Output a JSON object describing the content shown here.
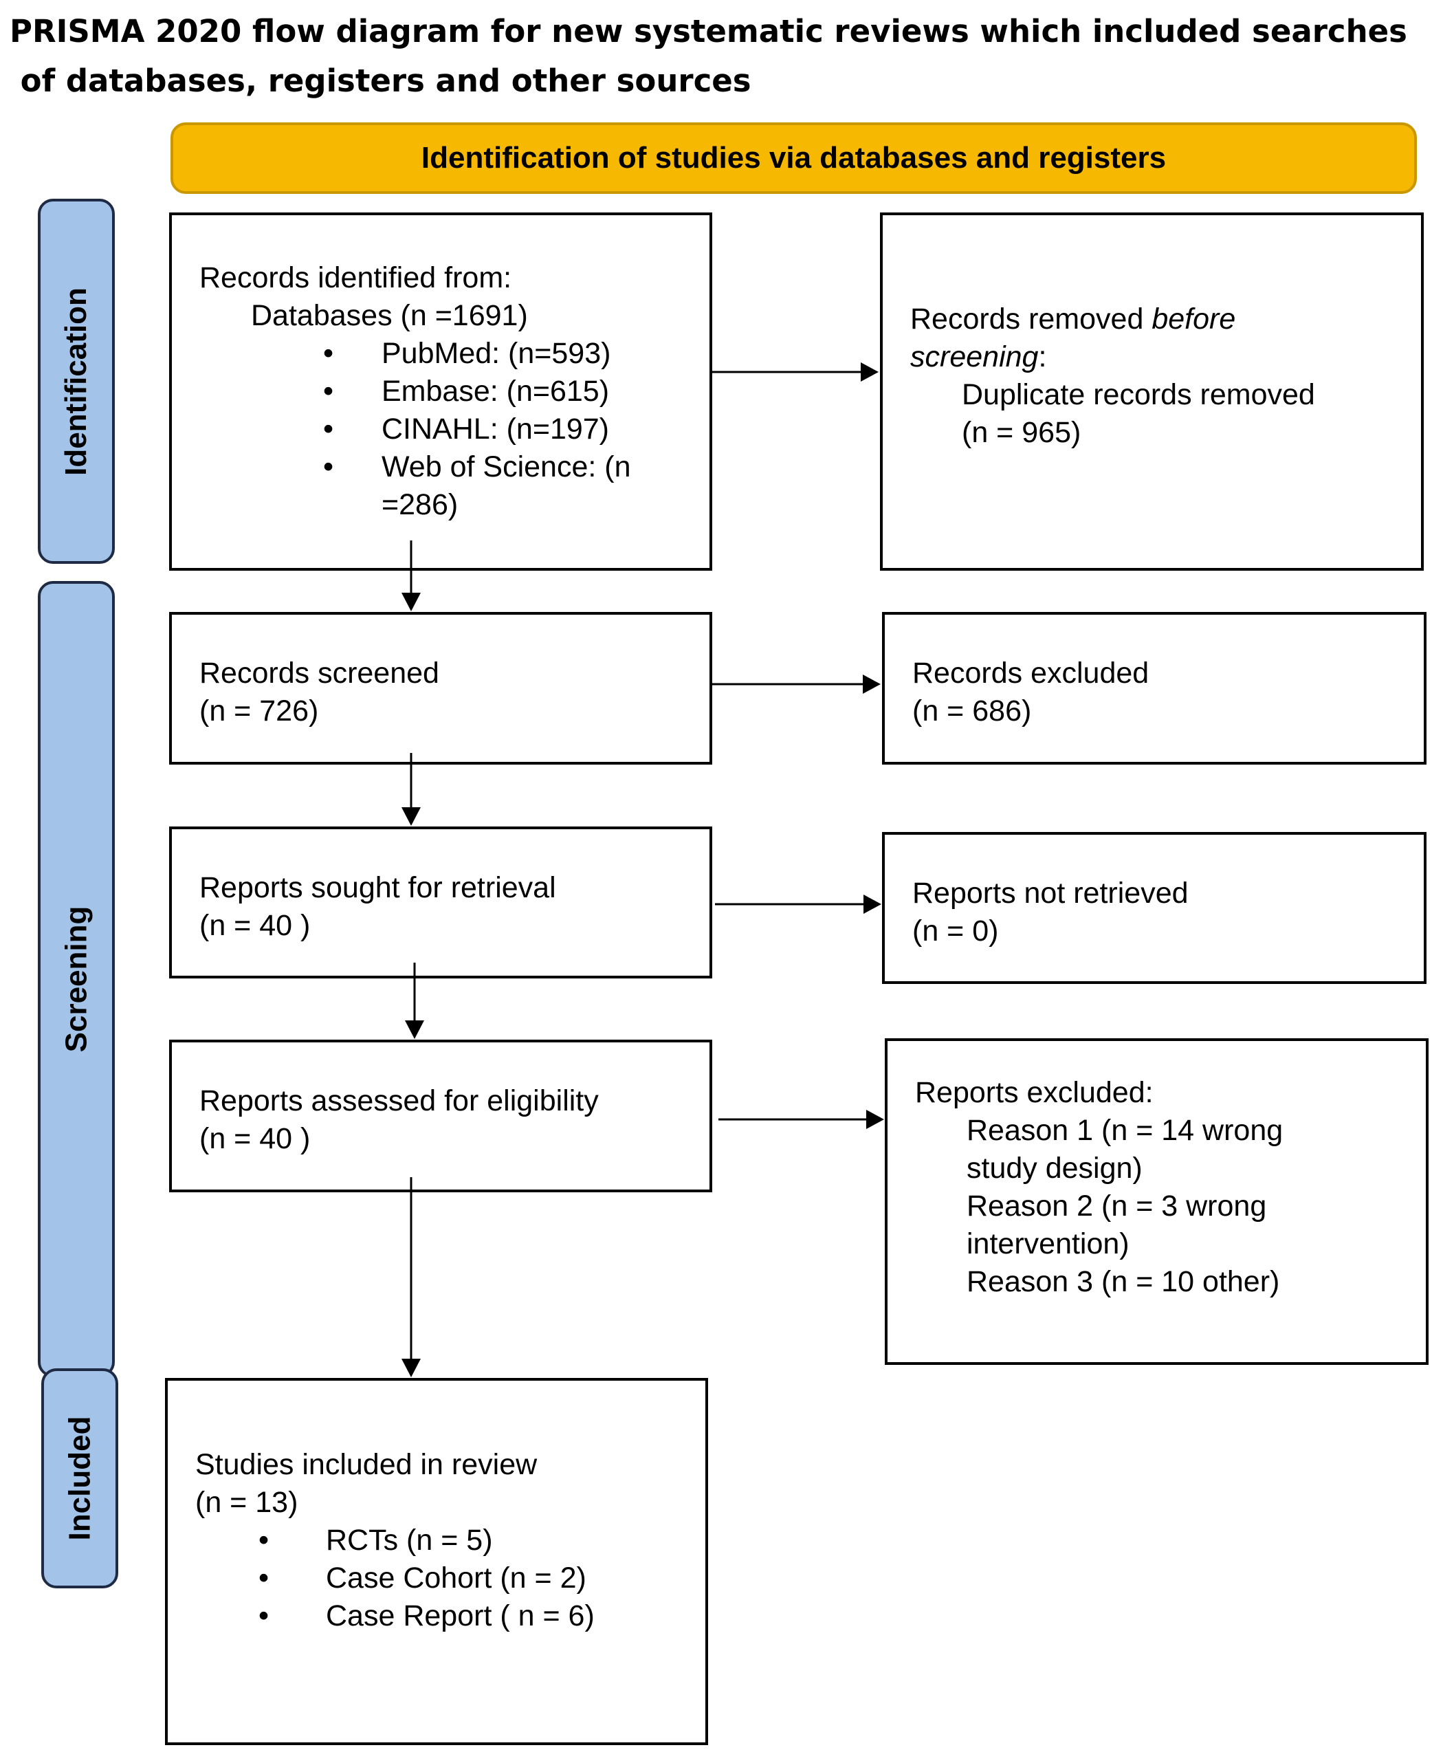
{
  "title": "PRISMA 2020 flow diagram for new systematic reviews which included searches\n of databases, registers and other sources",
  "banner": "Identification of studies via databases and registers",
  "phases": {
    "identification": "Identification",
    "screening": "Screening",
    "included": "Included"
  },
  "boxes": {
    "records_identified": {
      "line1": "Records identified from:",
      "line2": "Databases (n =1691)",
      "bullets": [
        "PubMed: (n=593)",
        "Embase: (n=615)",
        "CINAHL: (n=197)",
        "Web of Science: (n",
        "=286)"
      ]
    },
    "records_removed": {
      "line1_a": "Records removed ",
      "line1_b": "before",
      "line2_a": "screening",
      "line2_b": ":",
      "line3": "Duplicate records removed",
      "line4": "(n = 965)"
    },
    "records_screened": {
      "line1": "Records screened",
      "line2": "(n = 726)"
    },
    "records_excluded": {
      "line1": "Records excluded",
      "line2": "(n = 686)"
    },
    "reports_sought": {
      "line1": "Reports sought for retrieval",
      "line2": "(n = 40 )"
    },
    "reports_not_retrieved": {
      "line1": "Reports not retrieved",
      "line2": "(n = 0)"
    },
    "reports_assessed": {
      "line1": "Reports assessed for eligibility",
      "line2": "(n = 40 )"
    },
    "reports_excluded": {
      "line1": "Reports excluded:",
      "reasons": [
        "Reason 1 (n = 14 wrong",
        "study design)",
        "Reason 2 (n = 3  wrong",
        "intervention)",
        "Reason 3 (n = 10 other)"
      ]
    },
    "studies_included": {
      "line1": "Studies included in review",
      "line2": "(n = 13)",
      "bullets": [
        "RCTs (n = 5)",
        "Case Cohort (n = 2)",
        "Case Report ( n = 6)"
      ]
    }
  }
}
